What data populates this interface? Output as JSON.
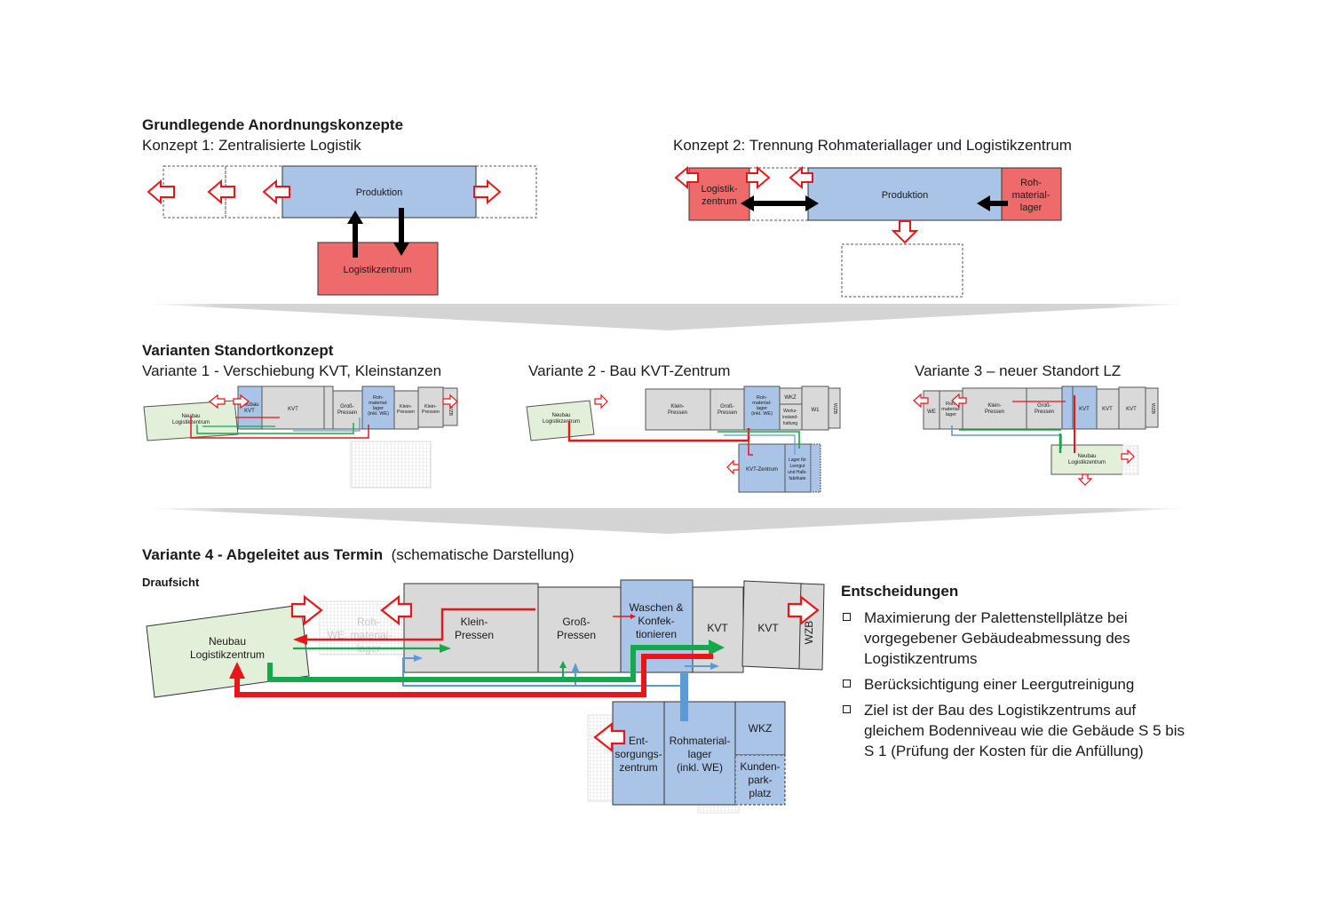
{
  "heading": {
    "main": "Grundlegende Anordnungskonzepte",
    "concept1": "Konzept 1: Zentralisierte Logistik",
    "concept2": "Konzept 2: Trennung Rohmateriallager und Logistikzentrum",
    "variants": "Varianten Standortkonzept",
    "variant1": "Variante 1 - Verschiebung KVT, Kleinstanzen",
    "variant2": "Variante 2 - Bau KVT-Zentrum",
    "variant3": "Variante 3 – neuer Standort LZ",
    "variant4_bold": "Variante 4 - Abgeleitet aus Termin",
    "variant4_note": "(schematische Darstellung)",
    "topview": "Draufsicht"
  },
  "concept1": {
    "production": "Produktion",
    "logistics": "Logistikzentrum"
  },
  "concept2": {
    "logistics": [
      "Logistik-",
      "zentrum"
    ],
    "production": "Produktion",
    "raw": [
      "Roh-",
      "material-",
      "lager"
    ]
  },
  "variant1": {
    "new_lz": [
      "Neubau",
      "Logistikzentrum"
    ],
    "new_kvt": [
      "Neubau",
      "KVT"
    ],
    "kvt": "KVT",
    "gross": [
      "Groß-",
      "Pressen"
    ],
    "raw": [
      "Roh-",
      "material-",
      "lager",
      "(inkl. WE)"
    ],
    "klein1": [
      "Klein-",
      "Pressen"
    ],
    "klein2": [
      "Klein-",
      "Pressen"
    ],
    "wzb": "WZB"
  },
  "variant2": {
    "new_lz": [
      "Neubau",
      "Logistikzentrum"
    ],
    "klein": [
      "Klein-",
      "Pressen"
    ],
    "gross": [
      "Groß-",
      "Pressen"
    ],
    "raw": [
      "Roh-",
      "material-",
      "lager",
      "(inkl. WE)"
    ],
    "wkz": "WKZ",
    "werk": [
      "Werkz-",
      "instand-",
      "haltung"
    ],
    "w1": "W1",
    "wzb": "WZB",
    "kvt_center": "KVT-Zentrum",
    "lager": [
      "Lager für",
      "Leergut",
      "und Halb-",
      "fabrikate"
    ]
  },
  "variant3": {
    "we": "WE",
    "raw": [
      "Roh-",
      "material-",
      "lager"
    ],
    "klein": [
      "Klein-",
      "Pressen"
    ],
    "gross": [
      "Groß-",
      "Pressen"
    ],
    "kvt1": "KVT",
    "kvt2": "KVT",
    "kvt3": "KVT",
    "wzb": "WZB",
    "new_lz": [
      "Neubau",
      "Logistikzentrum"
    ]
  },
  "variant4": {
    "new_lz": [
      "Neubau",
      "Logistikzentrum"
    ],
    "ghost": [
      "Roh-",
      "WE, material-",
      "lager"
    ],
    "klein": [
      "Klein-",
      "Pressen"
    ],
    "gross": [
      "Groß-",
      "Pressen"
    ],
    "washing": [
      "Waschen &",
      "Konfek-",
      "tionieren"
    ],
    "kvt1": "KVT",
    "kvt2": "KVT",
    "wzb": "WZB",
    "entsorgung": [
      "Ent-",
      "sorgungs-",
      "zentrum"
    ],
    "raw": [
      "Rohmaterial-",
      "lager",
      "(inkl. WE)"
    ],
    "wkz": "WKZ",
    "kunden": [
      "Kunden-",
      "park-",
      "platz"
    ]
  },
  "decisions": {
    "title": "Entscheidungen",
    "items": [
      "Maximierung der Palettenstellplätze bei vorgegebener Gebäudeabmessung des Logistikzentrums",
      "Berücksichtigung einer Leergutreinigung",
      "Ziel ist der Bau des Logistikzentrums auf gleichem Bodenniveau wie die Gebäude S 5 bis S 1 (Prüfung der Kosten für die Anfüllung)"
    ]
  },
  "colors": {
    "production_blue": "#a9c4e6",
    "logistics_red": "#ef6b6b",
    "building_gray": "#d9d9d9",
    "new_green": "#e2efd9",
    "flow_red": "#e8151a",
    "flow_green": "#16a84a",
    "flow_blue": "#5b9bd5"
  }
}
